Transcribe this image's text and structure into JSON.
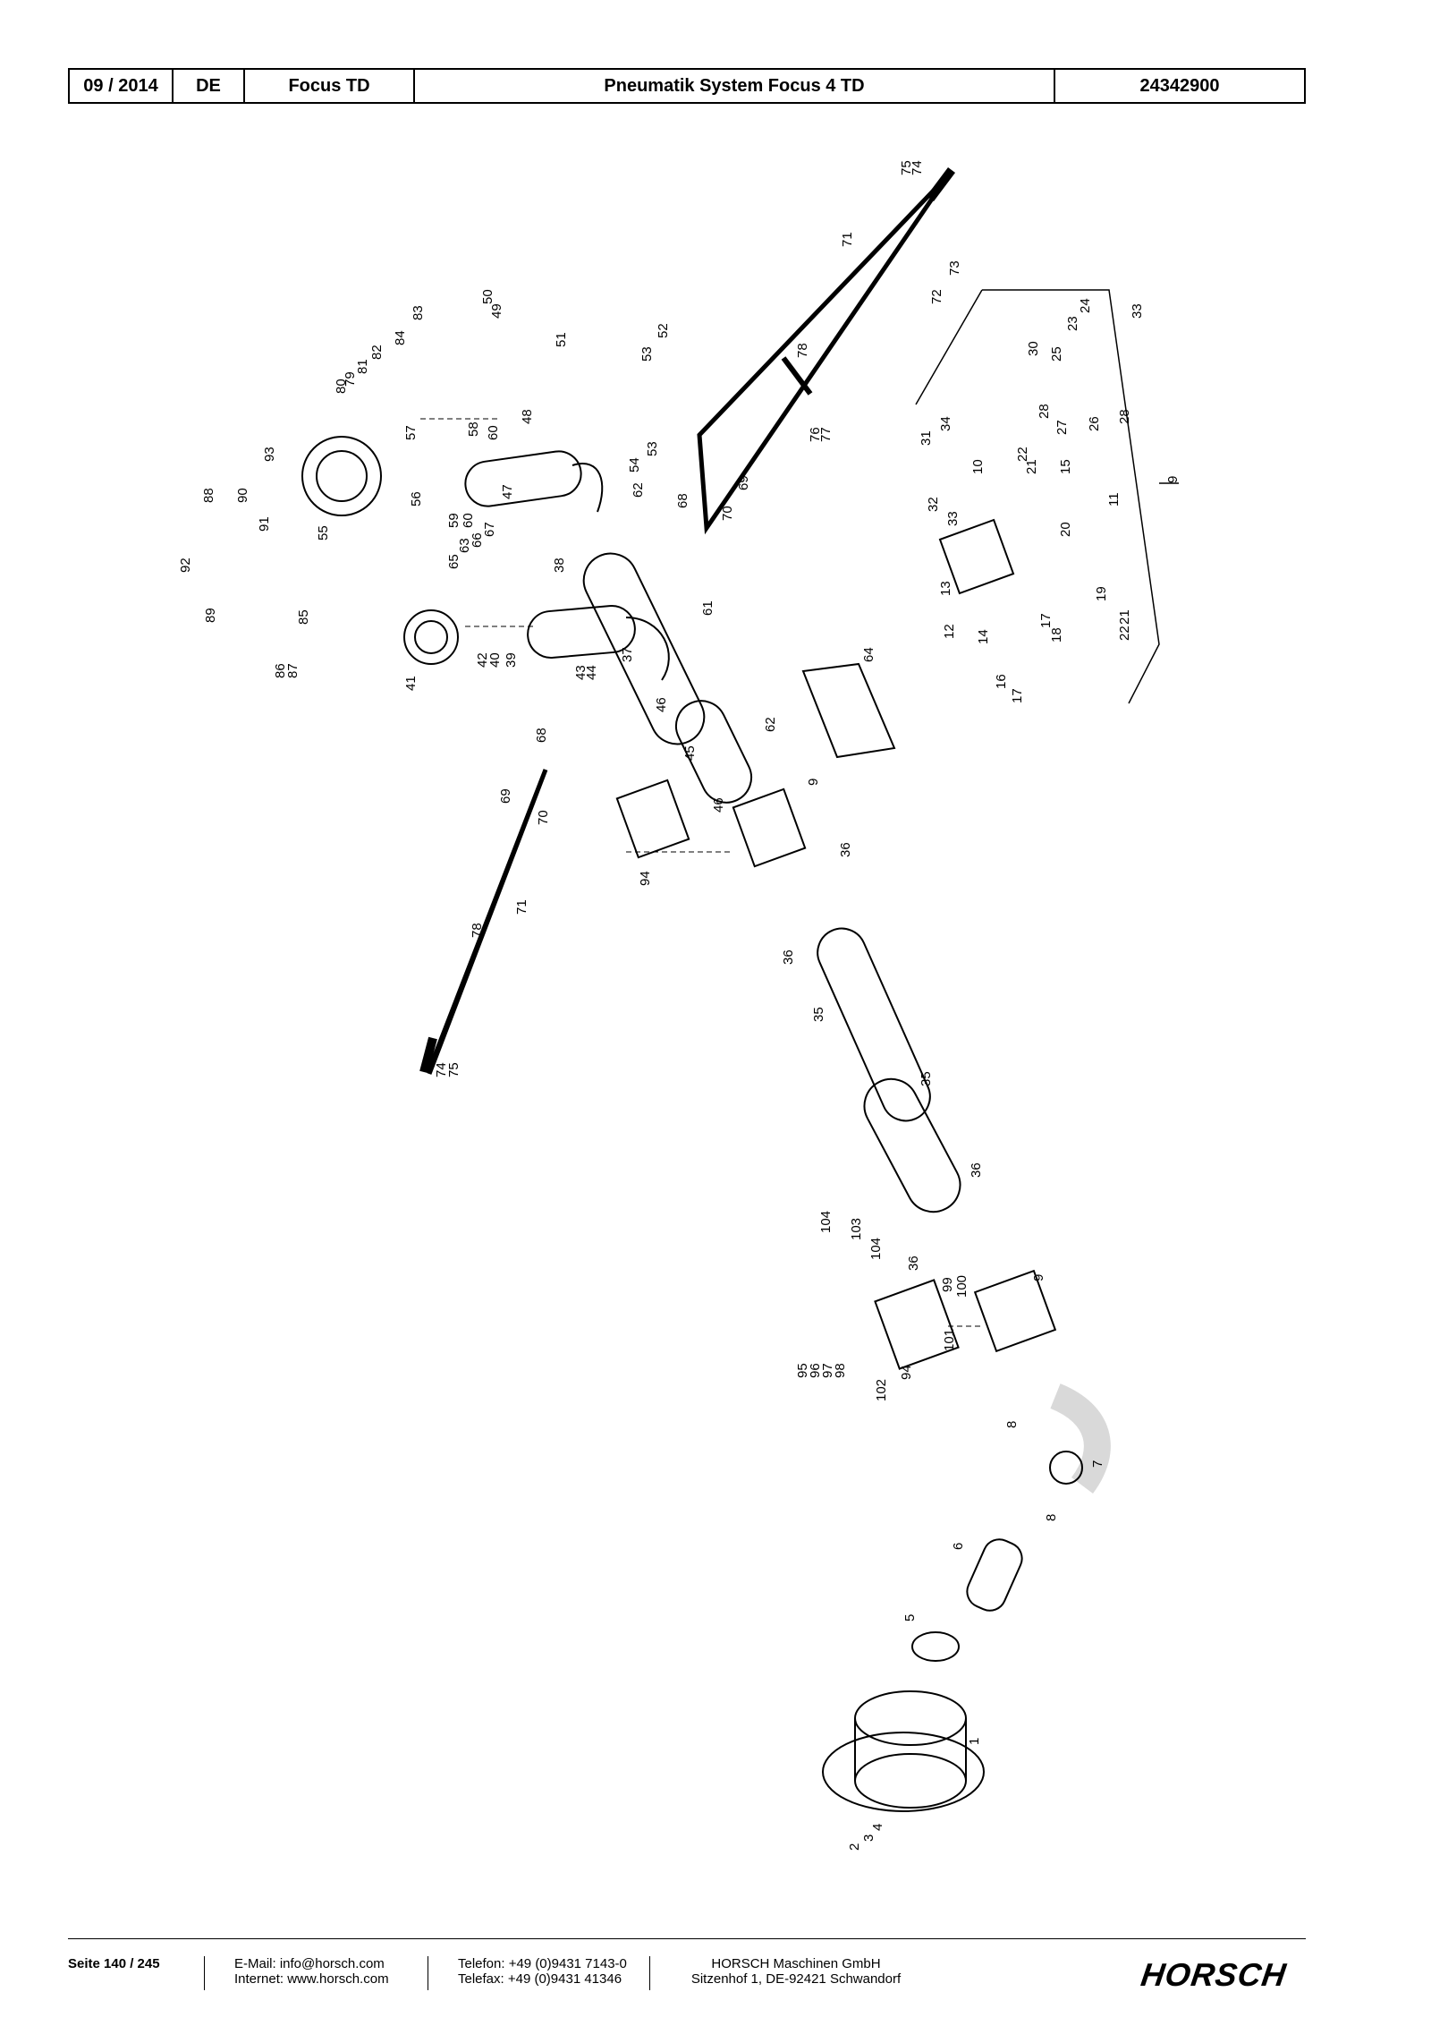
{
  "header": {
    "date": "09 / 2014",
    "lang": "DE",
    "model": "Focus TD",
    "title": "Pneumatik System Focus 4 TD",
    "doc_no": "24342900"
  },
  "footer": {
    "page": "Seite 140 / 245",
    "email": "E-Mail: info@horsch.com",
    "internet": "Internet: www.horsch.com",
    "phone": "Telefon: +49 (0)9431 7143-0",
    "fax": "Telefax: +49 (0)9431 41346",
    "company": "HORSCH Maschinen GmbH",
    "address": "Sitzenhof 1, DE-92421 Schwandorf",
    "logo": "HORSCH"
  },
  "part_labels": [
    "75",
    "74",
    "71",
    "73",
    "72",
    "50",
    "49",
    "51",
    "52",
    "53",
    "78",
    "83",
    "84",
    "82",
    "81",
    "79",
    "80",
    "54",
    "53",
    "76",
    "77",
    "68",
    "69",
    "70",
    "93",
    "57",
    "58",
    "60",
    "48",
    "47",
    "56",
    "62",
    "55",
    "88",
    "90",
    "91",
    "92",
    "59",
    "60",
    "67",
    "66",
    "63",
    "65",
    "38",
    "61",
    "89",
    "85",
    "86",
    "87",
    "41",
    "42",
    "40",
    "39",
    "43",
    "44",
    "37",
    "46",
    "45",
    "64",
    "62",
    "9",
    "68",
    "69",
    "70",
    "46",
    "94",
    "36",
    "71",
    "78",
    "74",
    "75",
    "36",
    "35",
    "35",
    "36",
    "104",
    "103",
    "104",
    "36",
    "99",
    "100",
    "101",
    "9",
    "95",
    "96",
    "97",
    "98",
    "102",
    "94",
    "8",
    "7",
    "8",
    "6",
    "5",
    "1",
    "2",
    "3",
    "4",
    "24",
    "33",
    "23",
    "30",
    "25",
    "28",
    "27",
    "26",
    "28",
    "34",
    "31",
    "10",
    "22",
    "21",
    "15",
    "32",
    "33",
    "20",
    "11",
    "13",
    "19",
    "12",
    "14",
    "17",
    "18",
    "21",
    "22",
    "16",
    "17",
    "9"
  ]
}
